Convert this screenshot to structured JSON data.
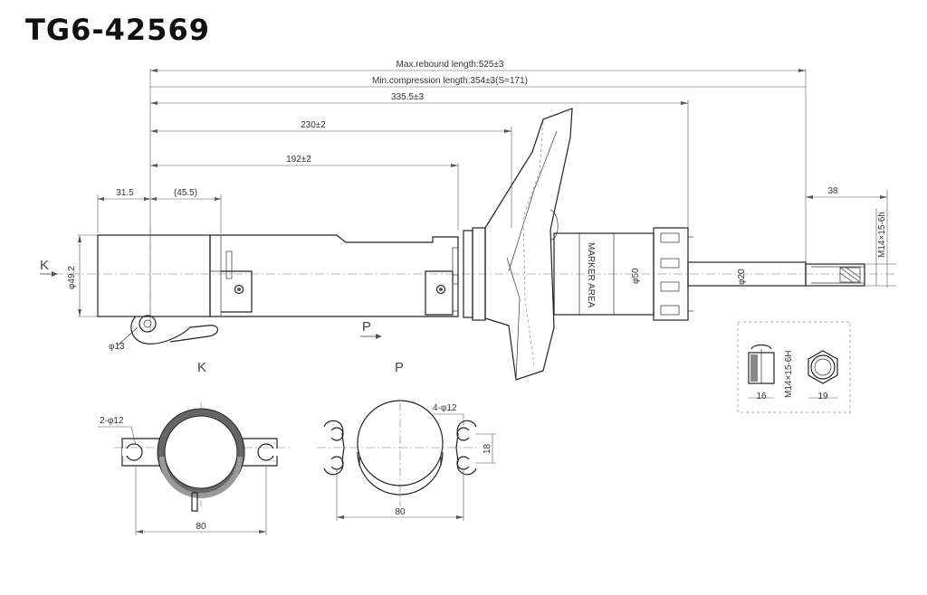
{
  "title": "TG6-42569",
  "dims": {
    "max_rebound": "Max.rebound length:525±3",
    "min_compression": "Min.compression length:354±3(S=171)",
    "d335": "335.5±3",
    "d230": "230±2",
    "d192": "192±2",
    "d31": "31.5",
    "d45": "(45.5)",
    "d38": "38",
    "thread": "M14×15-6h",
    "dia492": "φ49.2",
    "dia13": "φ13",
    "dia50": "φ50",
    "dia20": "φ20",
    "marker": "MARKER AREA",
    "k_holes": "2-φ12",
    "p_holes": "4-φ12",
    "k_width": "80",
    "p_width": "80",
    "p_pitch": "18",
    "nut_h": "16",
    "nut_w": "19",
    "nut_thread": "M14×15-6H"
  },
  "labels": {
    "k_arrow": "K",
    "p_arrow": "P",
    "k_view": "K",
    "p_view": "P"
  }
}
